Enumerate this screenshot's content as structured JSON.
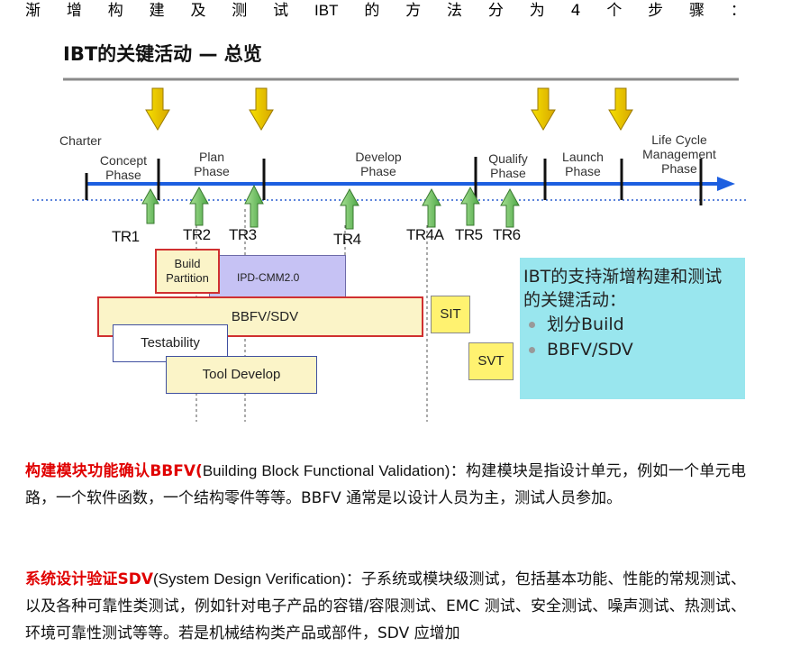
{
  "intro": {
    "parts": [
      "渐",
      "增",
      "构",
      "建",
      "及",
      "测",
      "试",
      "IBT",
      "的",
      "方",
      "法",
      "分",
      "为",
      "4",
      "个",
      "步",
      "骤",
      "："
    ]
  },
  "diagram": {
    "title": "IBT的关键活动 — 总览",
    "phases": {
      "charter": "Charter",
      "concept": "Concept\nPhase",
      "plan": "Plan\nPhase",
      "develop": "Develop\nPhase",
      "qualify": "Qualify\nPhase",
      "launch": "Launch\nPhase",
      "lifecycle": "Life Cycle\nManagement\nPhase"
    },
    "tr": {
      "tr1": "TR1",
      "tr2": "TR2",
      "tr3": "TR3",
      "tr4": "TR4",
      "tr4a": "TR4A",
      "tr5": "TR5",
      "tr6": "TR6"
    },
    "boxes": {
      "build_partition": "Build\nPartition",
      "ipd": "IPD-CMM2.0",
      "bbfv": "BBFV/SDV",
      "testability": "Testability",
      "tool": "Tool Develop",
      "sit": "SIT",
      "svt": "SVT"
    },
    "panel": {
      "title": "IBT的支持渐增构建和测试的关键活动：",
      "items": [
        "划分Build",
        "BBFV/SDV"
      ]
    },
    "colors": {
      "timeline": "#1d5fe0",
      "yellow_arrow": "#f5d400",
      "green_arrow": "#7cc86a",
      "panel_bg": "#99e6ee",
      "red_border": "#d03030"
    }
  },
  "para1": {
    "term": "构建模块功能确认BBFV(",
    "latin": "Building Block Functional Validation)",
    "rest": "：构建模块是指设计单元，例如一个单元电路，一个软件函数，一个结构零件等等。BBFV 通常是以设计人员为主，测试人员参加。"
  },
  "para2": {
    "term": "系统设计验证SDV",
    "latin": "(System Design Verification)",
    "rest": "：子系统或模块级测试，包括基本功能、性能的常规测试、以及各种可靠性类测试，例如针对电子产品的容错/容限测试、EMC 测试、安全测试、噪声测试、热测试、环境可靠性测试等等。若是机械结构类产品或部件，SDV 应增加"
  }
}
